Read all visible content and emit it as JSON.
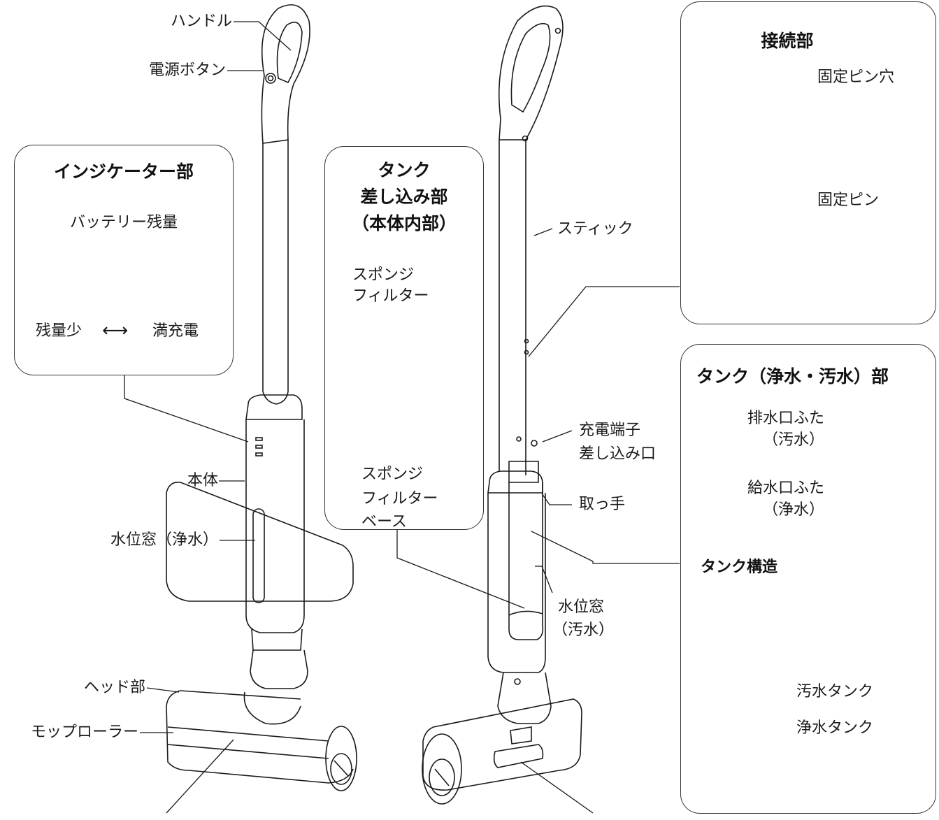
{
  "labels": {
    "handle": "ハンドル",
    "power_button": "電源ボタン",
    "body": "本体",
    "water_window_clean": "水位窓（浄水）",
    "head": "ヘッド部",
    "mop_roller": "モップローラー",
    "stick": "スティック",
    "charge_port_line1": "充電端子",
    "charge_port_line2": "差し込み口",
    "grip": "取っ手",
    "water_window_dirty_line1": "水位窓",
    "water_window_dirty_line2": "（汚水）"
  },
  "indicator_panel": {
    "title": "インジケーター部",
    "subtitle": "バッテリー残量",
    "low_label": "残量少",
    "arrow": "⟷",
    "full_label": "満充電",
    "battery_levels": [
      1,
      2,
      3
    ]
  },
  "tank_insert_panel": {
    "title_line1": "タンク",
    "title_line2": "差し込み部",
    "title_line3": "（本体内部）",
    "sponge_filter_line1": "スポンジ",
    "sponge_filter_line2": "フィルター",
    "filter_base_line1": "スポンジ",
    "filter_base_line2": "フィルター",
    "filter_base_line3": "ベース"
  },
  "connection_panel": {
    "title": "接続部",
    "pin_hole": "固定ピン穴",
    "pin": "固定ピン"
  },
  "tank_panel": {
    "title": "タンク（浄水・汚水）部",
    "drain_cap_line1": "排水口ふた",
    "drain_cap_line2": "（汚水）",
    "supply_cap_line1": "給水口ふた",
    "supply_cap_line2": "（浄水）",
    "structure_title": "タンク構造",
    "dirty_tank": "汚水タンク",
    "clean_tank": "浄水タンク"
  },
  "colors": {
    "line": "#1a1a1a",
    "clean_tank_fill": "#c9c9c9",
    "dirty_tank_fill": "#6e6e6e",
    "indicator_filled": "#1a1a1a"
  }
}
